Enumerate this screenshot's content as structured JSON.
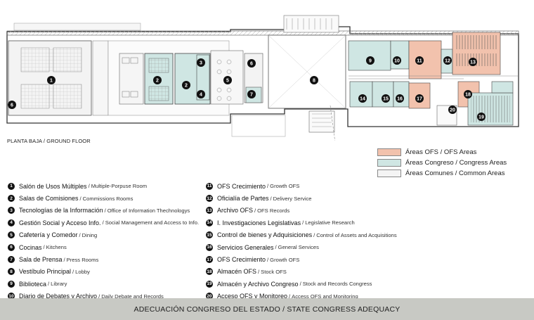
{
  "plan": {
    "floor_label": "PLANTA BAJA /  GROUND FLOOR",
    "markers": [
      "1",
      "2",
      "2",
      "3",
      "4",
      "5",
      "6",
      "6",
      "7",
      "8",
      "9",
      "10",
      "11",
      "12",
      "13",
      "14",
      "15",
      "16",
      "17",
      "18",
      "19",
      "20"
    ]
  },
  "area_key": [
    {
      "label": "Áreas OFS / OFS Areas",
      "color": "#f2c2ad"
    },
    {
      "label": "Áreas Congreso / Congress Areas",
      "color": "#cfe6e3"
    },
    {
      "label": "Áreas Comunes / Common Areas",
      "color": "#f4f4f4"
    }
  ],
  "legend_left": [
    {
      "num": "1",
      "es": "Salón de Usos Múltiples",
      "en": "Multiple-Porpuse  Room"
    },
    {
      "num": "2",
      "es": "Salas de Comisiones",
      "en": "Commissions Rooms"
    },
    {
      "num": "3",
      "es": "Tecnologías de la Información",
      "en": "Office of Information  Thechnologys"
    },
    {
      "num": "4",
      "es": "Gestión Social y Acceso Info.",
      "en": "Social Management and Access to Info."
    },
    {
      "num": "5",
      "es": "Cafetería y Comedor",
      "en": "Dining"
    },
    {
      "num": "6",
      "es": "Cocinas",
      "en": "Kitchens"
    },
    {
      "num": "7",
      "es": "Sala de Prensa",
      "en": "Press Rooms"
    },
    {
      "num": "8",
      "es": "Vestíbulo Principal",
      "en": "Lobby"
    },
    {
      "num": "9",
      "es": "Biblioteca",
      "en": "Library"
    },
    {
      "num": "10",
      "es": "Diario de Debates y Archivo",
      "en": "Daily Debate and Records"
    }
  ],
  "legend_right": [
    {
      "num": "11",
      "es": "OFS Crecimiento",
      "en": "Growth  OFS"
    },
    {
      "num": "12",
      "es": "Oficialía de Partes",
      "en": "Delivery Service"
    },
    {
      "num": "13",
      "es": "Archivo OFS",
      "en": "OFS  Records"
    },
    {
      "num": "14",
      "es": "I. Investigaciones Legislativas",
      "en": "Legislative Research"
    },
    {
      "num": "15",
      "es": "Control de bienes y Adquisiciones",
      "en": "Control of Assets and Acquisitions"
    },
    {
      "num": "16",
      "es": "Servicios Generales",
      "en": "General Services"
    },
    {
      "num": "17",
      "es": "OFS Crecimiento",
      "en": "Growth  OFS"
    },
    {
      "num": "18",
      "es": "Almacén OFS",
      "en": "Stock OFS"
    },
    {
      "num": "19",
      "es": "Almacén y Archivo Congreso",
      "en": "Stock and Records Congress"
    },
    {
      "num": "20",
      "es": "Acceso OFS y Monitoreo",
      "en": "Access OFS and Monitoring"
    }
  ],
  "footer": {
    "title": "ADECUACIÓN CONGRESO DEL ESTADO / STATE CONGRESS ADEQUACY"
  }
}
